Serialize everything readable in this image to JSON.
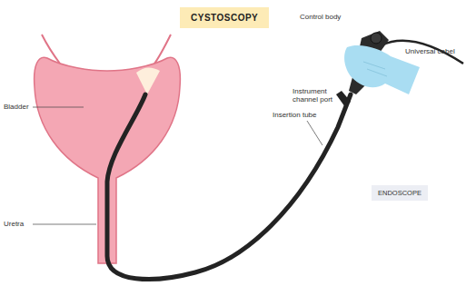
{
  "diagram": {
    "title": "CYSTOSCOPY",
    "nodes": [
      {
        "text": [
          "ENDOSCOPE"
        ]
      }
    ],
    "labels": [
      "Bladder",
      "Uretra",
      "Control body",
      "Universal cabel",
      "Instrument channel port",
      "Insertion tube"
    ]
  }
}
